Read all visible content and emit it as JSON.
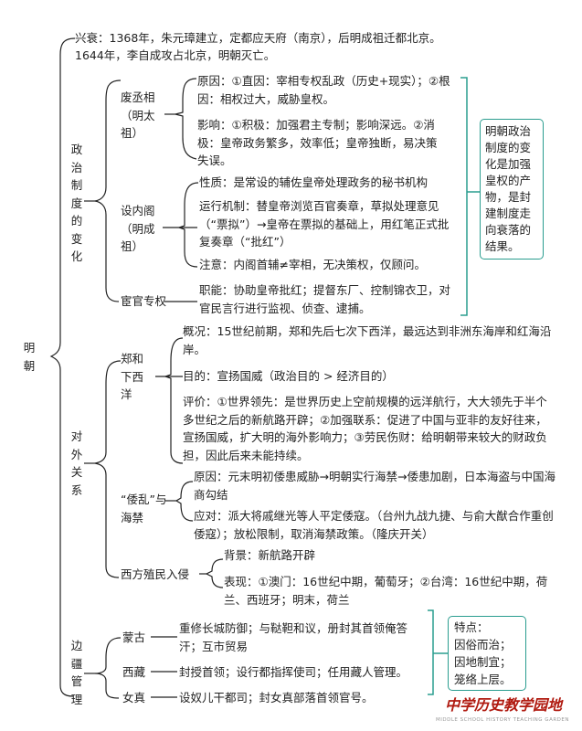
{
  "root": "明朝",
  "rise_fall": {
    "line1": "兴衰：1368年，朱元璋建立，定都应天府（南京），后明成祖迁都北京。",
    "line2": "1644年，李自成攻占北京，明朝灭亡。"
  },
  "politics": {
    "label": "政治制度的变化",
    "abolish": {
      "label": "废丞相（明太祖）",
      "reason": "原因：①直因：宰相专权乱政（历史+现实）；②根因：相权过大，威胁皇权。",
      "impact": "影响：①积极：加强君主专制；影响深远。②消极：皇帝政务繁多，效率低；皇帝独断，易决策失误。"
    },
    "cabinet": {
      "label": "设内阁（明成祖）",
      "nature": "性质：是常设的辅佐皇帝处理政务的秘书机构",
      "mechanism": "运行机制：替皇帝浏览百官奏章，草拟处理意见（“票拟”）→皇帝在票拟的基础上，用红笔正式批复奏章（“批红”）",
      "note": "注意：内阁首辅≠宰相，无决策权，仅顾问。"
    },
    "eunuch": {
      "label": "宦官专权",
      "function": "职能：协助皇帝批红；提督东厂、控制锦衣卫，对官民言行进行监视、侦查、逮捕。"
    },
    "summary": "明朝政治制度的变化是加强皇权的产物，是封建制度走向衰落的结果。"
  },
  "foreign": {
    "label": "对外关系",
    "zhenghe": {
      "label": "郑和下西洋",
      "overview": "概况：15世纪前期，郑和先后七次下西洋，最远达到非洲东海岸和红海沿岸。",
      "purpose": "目的：宣扬国威（政治目的 > 经济目的）",
      "evaluation": "评价：①世界领先：是世界历史上空前规模的远洋航行，大大领先于半个多世纪之后的新航路开辟；②加强联系：促进了中国与亚非的友好往来，宣扬国威，扩大明的海外影响力；③劳民伤财：给明朝带来较大的财政负担，因此后来未能持续。"
    },
    "wokou": {
      "label": "“倭乱”与海禁",
      "reason": "原因：元末明初倭患威胁→明朝实行海禁→倭患加剧，日本海盗与中国海商勾结",
      "response": "应对：派大将戚继光等人平定倭寇。（台州九战九捷、与俞大猷合作重创倭寇）；放松限制，取消海禁政策。（隆庆开关）"
    },
    "western": {
      "label": "西方殖民入侵",
      "background": "背景：新航路开辟",
      "manifestation": "表现：①澳门：16世纪中期，葡萄牙；②台湾：16世纪中期，荷兰、西班牙；明末，荷兰"
    }
  },
  "frontier": {
    "label": "边疆管理",
    "items": [
      {
        "label": "蒙古",
        "text": "重修长城防御；与鞑靼和议，册封其首领俺答汗；互市贸易"
      },
      {
        "label": "西藏",
        "text": "封授首领；设行都指挥使司；任用藏人管理。"
      },
      {
        "label": "女真",
        "text": "设奴儿干都司；封女真部落首领官号。"
      }
    ],
    "features": {
      "title": "特点：",
      "lines": [
        "因俗而治；",
        "因地制宜；",
        "笼络上层。"
      ]
    }
  },
  "logo": {
    "title": "中学历史教学园地",
    "subtitle": "MIDDLE SCHOOL HISTORY TEACHING GARDEN"
  },
  "colors": {
    "accent": "#2a9d8f",
    "logo": "#b01a10"
  }
}
